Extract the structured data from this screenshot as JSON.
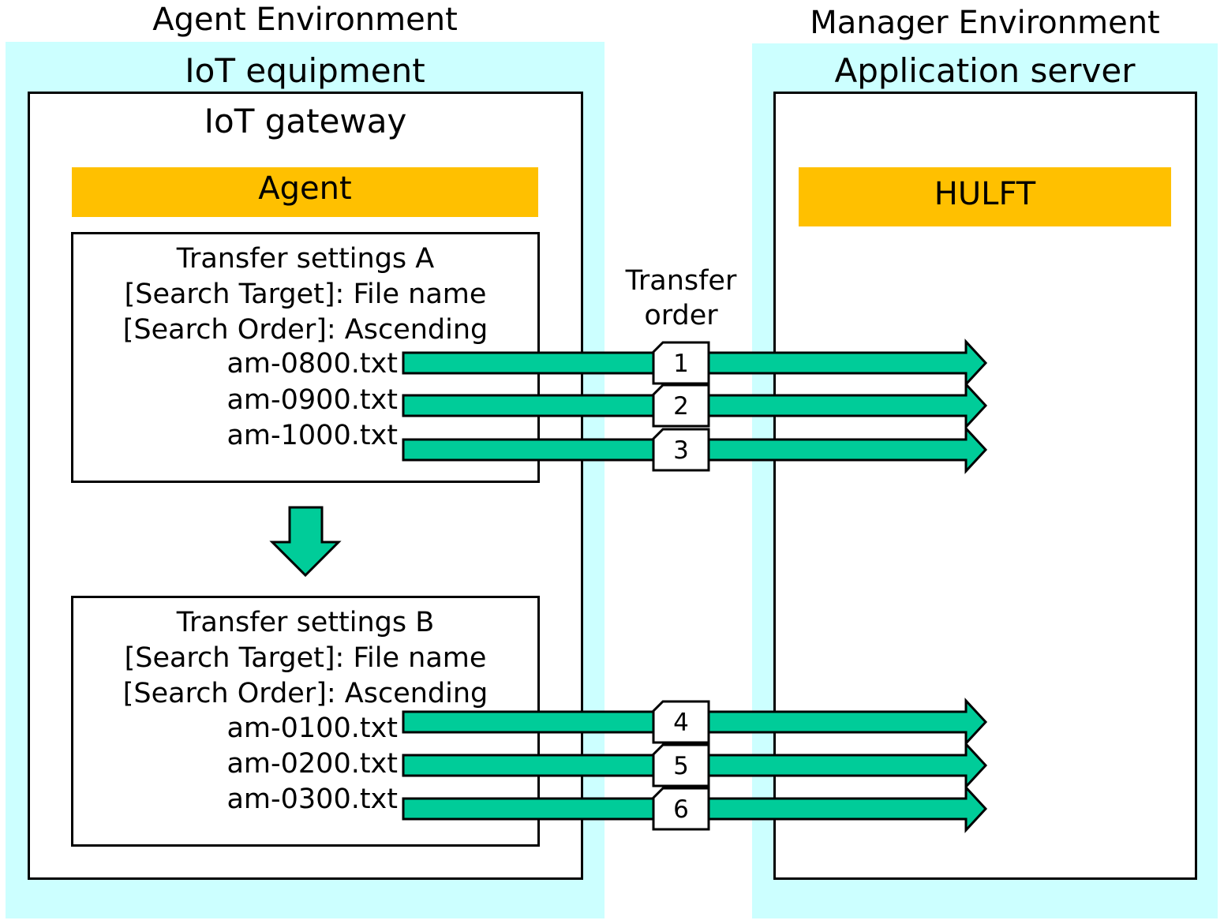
{
  "agent_env": {
    "title": "Agent Environment",
    "device": "IoT equipment",
    "gateway": "IoT gateway",
    "agent_label": "Agent"
  },
  "manager_env": {
    "title": "Manager Environment",
    "server": "Application server",
    "hulft_label": "HULFT"
  },
  "transfer_order_label": [
    "Transfer",
    "order"
  ],
  "settings": [
    {
      "title": "Transfer settings A",
      "target": "[Search Target]: File name",
      "order": "[Search Order]: Ascending",
      "files": [
        "am-0800.txt",
        "am-0900.txt",
        "am-1000.txt"
      ],
      "orders": [
        "1",
        "2",
        "3"
      ]
    },
    {
      "title": "Transfer settings B",
      "target": "[Search Target]: File name",
      "order": "[Search Order]: Ascending",
      "files": [
        "am-0100.txt",
        "am-0200.txt",
        "am-0300.txt"
      ],
      "orders": [
        "4",
        "5",
        "6"
      ]
    }
  ],
  "colors": {
    "environment_bg": "#ccffff",
    "bar": "#ffc000",
    "arrow_fill": "#00cc99",
    "outline": "#000000"
  }
}
